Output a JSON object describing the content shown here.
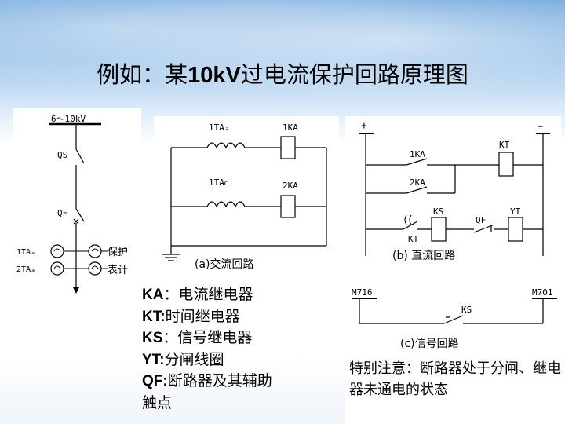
{
  "title": {
    "prefix": "例如：某",
    "bold": "10kV",
    "suffix": "过电流保护回路原理图"
  },
  "primary_circuit": {
    "voltage": "6～10kV",
    "qs": "QS",
    "qf": "QF",
    "ta1": "1TAₐ",
    "ta2": "2TAₐ",
    "protect": "保护",
    "meter": "表计"
  },
  "ac_circuit": {
    "ct1": "1TAₐ",
    "ct2": "1TAᴄ",
    "relay1": "1KA",
    "relay2": "2KA",
    "caption": "(a)交流回路"
  },
  "dc_circuit": {
    "plus": "+",
    "minus": "—",
    "kt": "KT",
    "ka1": "1KA",
    "ka2": "2KA",
    "ks": "KS",
    "qf": "QF",
    "yt": "YT",
    "kt_contact": "KT",
    "caption": "(b) 直流回路"
  },
  "signal_circuit": {
    "m716": "M716",
    "m701": "M701",
    "ks": "KS",
    "caption": "(c)信号回路"
  },
  "legend": [
    {
      "abbr": "KA",
      "sep": "：",
      "desc": "电流继电器"
    },
    {
      "abbr": "KT:",
      "sep": "",
      "desc": "时间继电器"
    },
    {
      "abbr": "KS",
      "sep": "：",
      "desc": "信号继电器"
    },
    {
      "abbr": "YT:",
      "sep": "",
      "desc": "分闸线圈"
    },
    {
      "abbr": "QF:",
      "sep": "",
      "desc": "断路器及其辅助"
    },
    {
      "abbr": "",
      "sep": "",
      "desc": "触点"
    }
  ],
  "note": "特别注意：断路器处于分闸、继电器未通电的状态"
}
